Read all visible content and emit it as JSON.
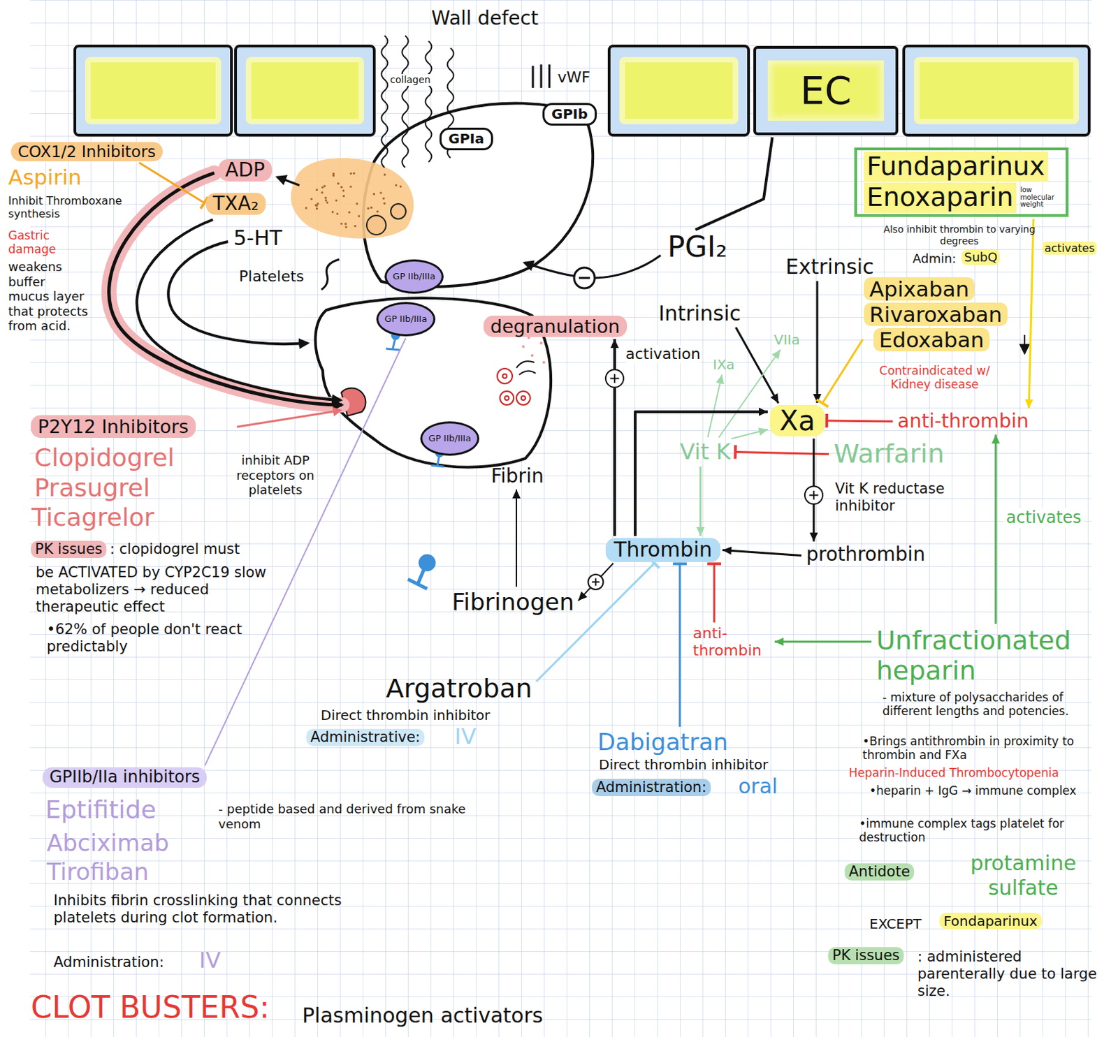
{
  "diagram": {
    "nodes": [
      {
        "text": [
          "EC"
        ]
      },
      {
        "text": [
          "GPIa"
        ]
      },
      {
        "text": [
          "GPIb"
        ]
      },
      {
        "text": [
          "GP IIb/IIIa"
        ]
      },
      {
        "text": [
          "GP IIb/IIIa"
        ]
      },
      {
        "text": [
          "GP IIb/IIIa"
        ]
      },
      {
        "text": [
          "COX1/2 Inhibitors"
        ]
      },
      {
        "text": [
          "ADP"
        ]
      },
      {
        "text": [
          "TXA₂"
        ]
      },
      {
        "text": [
          "5-HT"
        ]
      },
      {
        "text": [
          "P2Y12 Inhibitors"
        ]
      },
      {
        "text": [
          "PGI₂"
        ]
      },
      {
        "text": [
          "degranulation"
        ]
      },
      {
        "text": [
          "Extrinsic"
        ]
      },
      {
        "text": [
          "Intrinsic"
        ]
      },
      {
        "text": [
          "Fundaparinux",
          "Enoxaparin",
          "low molecular weight"
        ]
      },
      {
        "text": [
          "Apixaban",
          "Rivaroxaban",
          "Edoxaban"
        ]
      },
      {
        "text": [
          "Xa"
        ]
      },
      {
        "text": [
          "anti-thrombin"
        ]
      },
      {
        "text": [
          "Vit K"
        ]
      },
      {
        "text": [
          "Warfarin"
        ]
      },
      {
        "text": [
          "IXa"
        ]
      },
      {
        "text": [
          "VIIa"
        ]
      },
      {
        "text": [
          "prothrombin"
        ]
      },
      {
        "text": [
          "Thrombin"
        ]
      },
      {
        "text": [
          "Fibrinogen"
        ]
      },
      {
        "text": [
          "Fibrin"
        ]
      },
      {
        "text": [
          "anti- thrombin"
        ]
      },
      {
        "text": [
          "Unfractionated heparin"
        ]
      },
      {
        "text": [
          "Argatroban"
        ]
      },
      {
        "text": [
          "Dabigatran"
        ]
      },
      {
        "text": [
          "GPIIb/IIa inhibitors"
        ]
      }
    ],
    "edges": [
      {
        "from": 6,
        "to": 8,
        "arrow": "to"
      },
      {
        "from": 0,
        "to": 11,
        "arrow": "none"
      },
      {
        "from": 13,
        "to": 17,
        "arrow": "to"
      },
      {
        "from": 14,
        "to": 17,
        "arrow": "to"
      },
      {
        "from": 19,
        "to": 22,
        "arrow": "to"
      },
      {
        "from": 19,
        "to": 21,
        "arrow": "to"
      },
      {
        "from": 19,
        "to": 17,
        "arrow": "to"
      },
      {
        "from": 19,
        "to": 24,
        "arrow": "to"
      },
      {
        "from": 20,
        "to": 19,
        "arrow": "to"
      },
      {
        "from": 17,
        "to": 23,
        "arrow": "to"
      },
      {
        "from": 23,
        "to": 24,
        "arrow": "to"
      },
      {
        "from": 24,
        "to": 17,
        "arrow": "to"
      },
      {
        "from": 24,
        "to": 12,
        "label": "activation",
        "arrow": "to"
      },
      {
        "from": 24,
        "to": 25,
        "arrow": "to"
      },
      {
        "from": 25,
        "to": 26,
        "arrow": "to"
      },
      {
        "from": 28,
        "to": 27,
        "arrow": "to"
      },
      {
        "from": 28,
        "to": 18,
        "label": "activates",
        "arrow": "to"
      },
      {
        "from": 15,
        "to": 18,
        "label": "activates",
        "arrow": "to"
      },
      {
        "from": 18,
        "to": 17,
        "arrow": "to"
      },
      {
        "from": 27,
        "to": 24,
        "arrow": "to"
      },
      {
        "from": 29,
        "to": 24,
        "arrow": "to"
      },
      {
        "from": 30,
        "to": 24,
        "arrow": "to"
      },
      {
        "from": 16,
        "to": 17,
        "arrow": "to"
      },
      {
        "from": 31,
        "to": 4,
        "arrow": "none"
      }
    ],
    "labels": [
      "Wall defect",
      "collagen",
      "vWF",
      "Aspirin",
      "Inhibit Thromboxane synthesis",
      "Gastric damage",
      "weakens buffer mucus layer that protects from acid.",
      "Platelets",
      "Clopidogrel",
      "Prasugrel",
      "Ticagrelor",
      "inhibit ADP receptors on platelets",
      "PK issues",
      ": clopidogrel must",
      "be ACTIVATED by CYP2C19 slow metabolizers → reduced therapeutic effect",
      "•62% of people don't react predictably",
      "Also inhibit thrombin to varying degrees",
      "Admin:",
      "SubQ",
      "Contraindicated w/ Kidney disease",
      "Vit K reductase inhibitor",
      "Direct thrombin inhibitor",
      "Administrative:",
      "IV",
      "Direct thrombin inhibitor",
      "Administration:",
      "oral",
      "- mixture of polysaccharides of different lengths and potencies.",
      "•Brings antithrombin in proximity to thrombin and FXa",
      "Heparin-Induced Thrombocytopenia",
      "•heparin + IgG → immune complex",
      "•immune complex tags platelet for destruction",
      "Antidote",
      "protamine sulfate",
      "EXCEPT",
      "Fondaparinux",
      "PK issues",
      ": administered parenterally due to large size.",
      "Eptifitide",
      "- peptide based and derived from snake venom",
      "Abciximab",
      "Tirofiban",
      "Inhibits fibrin crosslinking that connects platelets during clot formation.",
      "Administration:",
      "IV",
      "CLOT BUSTERS:",
      "Plasminogen activators"
    ]
  }
}
